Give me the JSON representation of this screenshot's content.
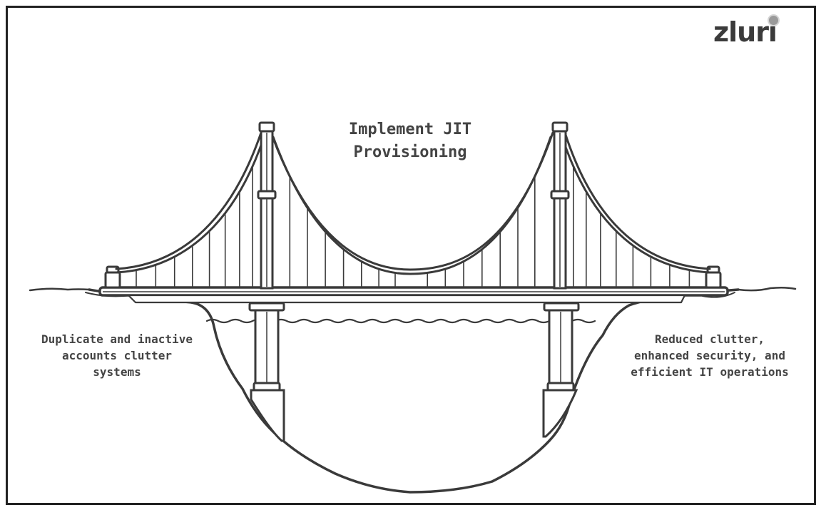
{
  "brand": {
    "name": "zluri"
  },
  "diagram": {
    "title_lines": [
      "Implement JIT",
      "Provisioning"
    ],
    "left_note_lines": [
      "Duplicate and inactive",
      "accounts clutter",
      "systems"
    ],
    "right_note_lines": [
      "Reduced clutter,",
      "enhanced security, and",
      "efficient IT operations"
    ]
  },
  "colors": {
    "ink": "#3a3a3a",
    "text": "#444444",
    "logo_dot": "#9a9a9a"
  }
}
